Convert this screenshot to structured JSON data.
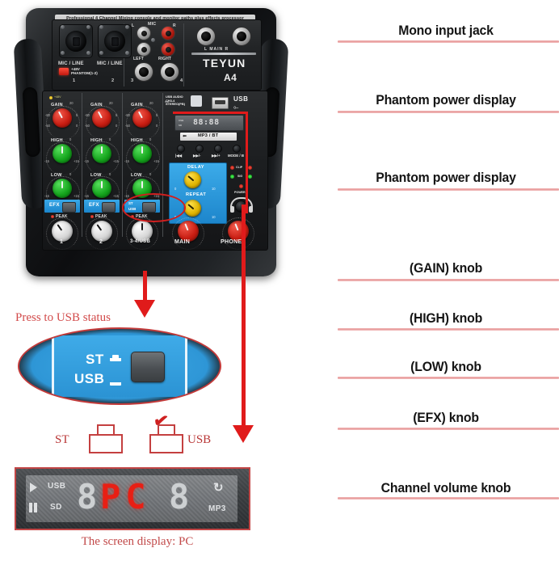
{
  "page": {
    "title": "TEYUN A4 Mixer annotated product diagram"
  },
  "annotations": {
    "items": [
      {
        "label": "Mono input jack"
      },
      {
        "label": "Phantom power display"
      },
      {
        "label": "Phantom power display"
      },
      {
        "label": "(GAIN) knob"
      },
      {
        "label": "(HIGH) knob"
      },
      {
        "label": "(LOW) knob"
      },
      {
        "label": "(EFX) knob"
      },
      {
        "label": "Channel volume knob"
      }
    ]
  },
  "mixer": {
    "banner_text": "Professional 4 Channel Mixing console and monitor paths plus effects processor",
    "brand": "TEYUN",
    "model": "A4",
    "io": {
      "mic_line_1": "MIC / LINE",
      "mic_line_2": "MIC / LINE",
      "phantom_line1": "+48V",
      "phantom_line2": "PHANTOM(1-2)",
      "ch1": "1",
      "ch2": "2",
      "ch3": "3",
      "ch4": "4",
      "mic_label": "MIC",
      "mic_l": "L",
      "mic_r": "R",
      "left": "LEFT",
      "right": "RIGHT",
      "main_out": "L  MAIN  R"
    },
    "channels": [
      {
        "name": "1",
        "plus48_label": "+48V",
        "gain": "GAIN",
        "high": "HIGH",
        "low": "LOW",
        "efx": "EFX",
        "peak": "PEAK",
        "fader_label": "1"
      },
      {
        "name": "2",
        "gain": "GAIN",
        "high": "HIGH",
        "low": "LOW",
        "efx": "EFX",
        "peak": "PEAK",
        "fader_label": "2"
      },
      {
        "name": "3-4/USB",
        "gain": "GAIN",
        "high": "HIGH",
        "low": "LOW",
        "st_label": "ST",
        "usb_label": "USB",
        "peak": "PEAK",
        "fader_label": "3-4/USB"
      }
    ],
    "knob_scale": {
      "gain_top": "20",
      "gain_left": "-80",
      "gain_bottom_left": "-50",
      "gain_right": "5",
      "gain_bottom_right": "0",
      "eq_top": "0",
      "eq_left": "-15",
      "eq_right": "+15"
    },
    "usb_section": {
      "usb_text": "USB",
      "audio_tag_line1": "USB AUDIO",
      "audio_tag_line2": "CH3-4",
      "audio_tag_line3": "STEREO(PB)",
      "display_value": "88:88",
      "display_left_mini": "USB",
      "display_left_mini2": "SD",
      "bluetooth_label": "MP3 / BT",
      "bluetooth_usb": "USB",
      "buttons": [
        "|◀◀",
        "▶▶/-",
        "▶▶/+",
        "MODE / B"
      ],
      "jack_label": "PHONE"
    },
    "fx": {
      "delay_label": "DELAY",
      "repeat_label": "REPEAT",
      "scale_min": "0",
      "scale_max": "10"
    },
    "indicators": {
      "clip": "CLIP",
      "sig": "SIG",
      "power": "POWER"
    },
    "master": {
      "main_label": "MAIN",
      "phones_label": "PHONES"
    }
  },
  "callouts": {
    "press_to_usb": "Press to USB status",
    "oval": {
      "st": "ST",
      "usb": "USB"
    },
    "keys": {
      "st": "ST",
      "usb": "USB"
    },
    "screen": {
      "left_dim_digit": "8",
      "red_value": "PC",
      "right_dim_digit": "8",
      "usb_label": "USB",
      "sd_label": "SD",
      "mp3_label": "MP3"
    },
    "caption": "The screen display:  PC"
  },
  "colors": {
    "annotation_line": "#e79a9a",
    "annotation_text": "#151515",
    "callout_red": "#cf2020",
    "arrow_red": "#e01b1b",
    "panel_blue": "#39a8e8",
    "led_red": "#e81f14",
    "caption_red": "#c24a4a"
  }
}
